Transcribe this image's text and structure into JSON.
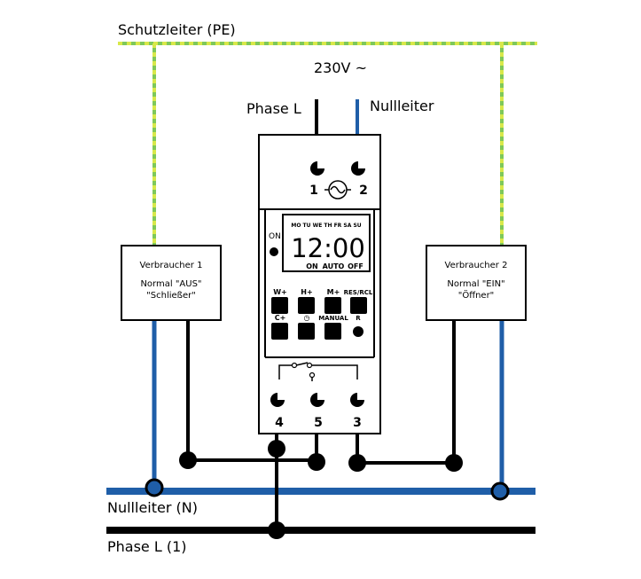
{
  "labels": {
    "pe": "Schutzleiter (PE)",
    "voltage": "230V ~",
    "phase_top": "Phase L",
    "neutral_top": "Nullleiter",
    "neutral_bus": "Nullleiter (N)",
    "phase_bus": "Phase L (1)"
  },
  "consumers": [
    {
      "title": "Verbraucher 1",
      "line1": "Normal \"AUS\"",
      "line2": "\"Schließer\""
    },
    {
      "title": "Verbraucher 2",
      "line1": "Normal \"EIN\"",
      "line2": "\"Öffner\""
    }
  ],
  "device": {
    "terminal_top_left": "1",
    "terminal_top_right": "2",
    "terminal_bottom_left": "4",
    "terminal_bottom_mid": "5",
    "terminal_bottom_right": "3",
    "on_label": "ON",
    "days": "MO TU WE TH FR SA SU",
    "time": "12:00",
    "mode_on": "ON",
    "mode_auto": "AUTO",
    "mode_off": "OFF",
    "buttons": {
      "w_plus": "W+",
      "h_plus": "H+",
      "m_plus": "M+",
      "res_rcl": "RES/RCL",
      "c_plus": "C+",
      "clock": "◷",
      "manual": "MANUAL",
      "reset": "R"
    }
  },
  "colors": {
    "pe_yellow": "#d8e84a",
    "pe_green": "#7ec85a",
    "neutral_blue": "#1f5ea8",
    "phase_black": "#000000"
  }
}
